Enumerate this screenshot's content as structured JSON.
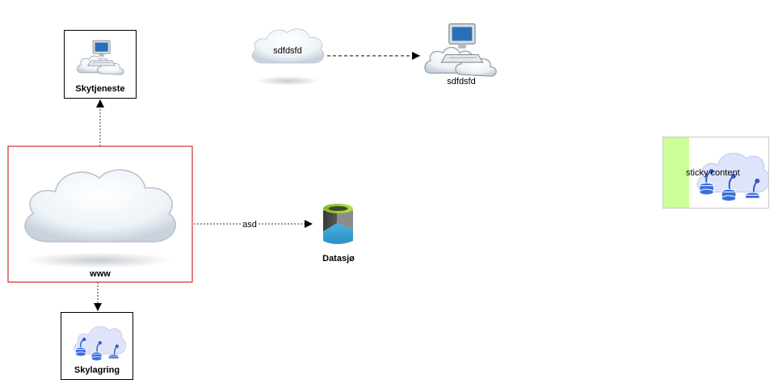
{
  "nodes": {
    "skytjeneste": {
      "label": "Skytjeneste",
      "icon": "cloud-computer-icon"
    },
    "cloud_sdfdsfd": {
      "label": "sdfdsfd",
      "icon": "cloud-icon"
    },
    "computer_sdfdsfd": {
      "label": "sdfdsfd",
      "icon": "cloud-computer-icon"
    },
    "www": {
      "label": "www",
      "icon": "cloud-icon",
      "border_color": "#cc0000"
    },
    "datasjo": {
      "label": "Datasjø",
      "icon": "data-lake-icon"
    },
    "skylagring": {
      "label": "Skylagring",
      "icon": "cloud-storage-icon"
    },
    "sticky": {
      "text": "sticky content",
      "strip_color": "#ccff99",
      "icon": "cloud-storage-icon"
    }
  },
  "edges": {
    "www_to_datasjo": {
      "label": "asd"
    }
  }
}
